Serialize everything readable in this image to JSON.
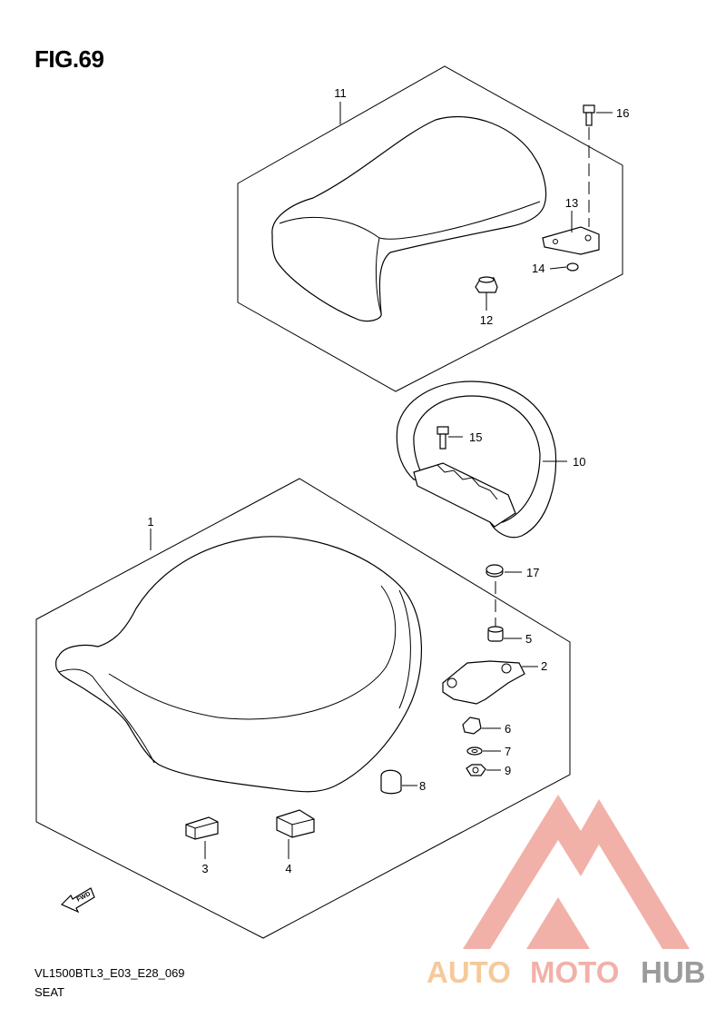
{
  "figure": {
    "title": "FIG.69",
    "diagram_code": "VL1500BTL3_E03_E28_069",
    "section_name": "SEAT"
  },
  "callouts": [
    "1",
    "2",
    "3",
    "4",
    "5",
    "6",
    "7",
    "8",
    "9",
    "10",
    "11",
    "12",
    "13",
    "14",
    "15",
    "16",
    "17"
  ],
  "fwd_label": "FWD",
  "watermark": {
    "part1": "AUTO",
    "part2": "MOTO",
    "part3": "HUB",
    "color_primary": "#f0a49a",
    "color_secondary": "#f5c08a",
    "color_dark": "#8a8a8a"
  }
}
